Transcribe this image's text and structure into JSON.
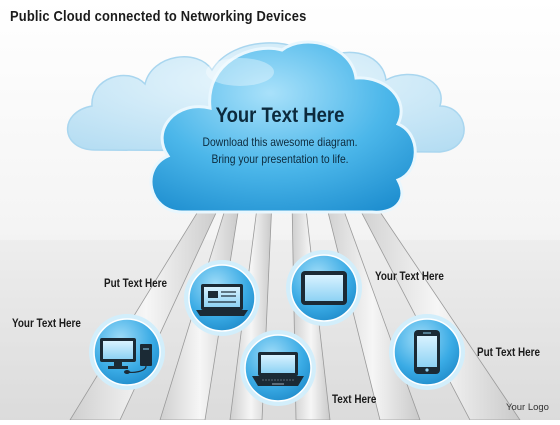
{
  "title": "Public Cloud connected to Networking Devices",
  "cloud": {
    "heading": "Your Text Here",
    "line1": "Download this  awesome diagram.",
    "line2": "Bring your presentation to life."
  },
  "devices": [
    {
      "name": "desktop-computer",
      "icon": "desktop-icon",
      "label": "Your Text Here"
    },
    {
      "name": "laptop-1",
      "icon": "laptop-icon",
      "label": "Put Text Here"
    },
    {
      "name": "laptop-2",
      "icon": "laptop-icon",
      "label": "Text Here"
    },
    {
      "name": "tablet",
      "icon": "tablet-icon",
      "label": "Your Text Here"
    },
    {
      "name": "smartphone",
      "icon": "smartphone-icon",
      "label": "Put Text Here"
    }
  ],
  "logo": "Your Logo",
  "colors": {
    "cloud_main": "#4fb8ea",
    "cloud_back": "#c3e6f7",
    "device_circle": "#3daee6",
    "device_ring": "#c9ecfb",
    "beam": "#dcdcdc"
  }
}
